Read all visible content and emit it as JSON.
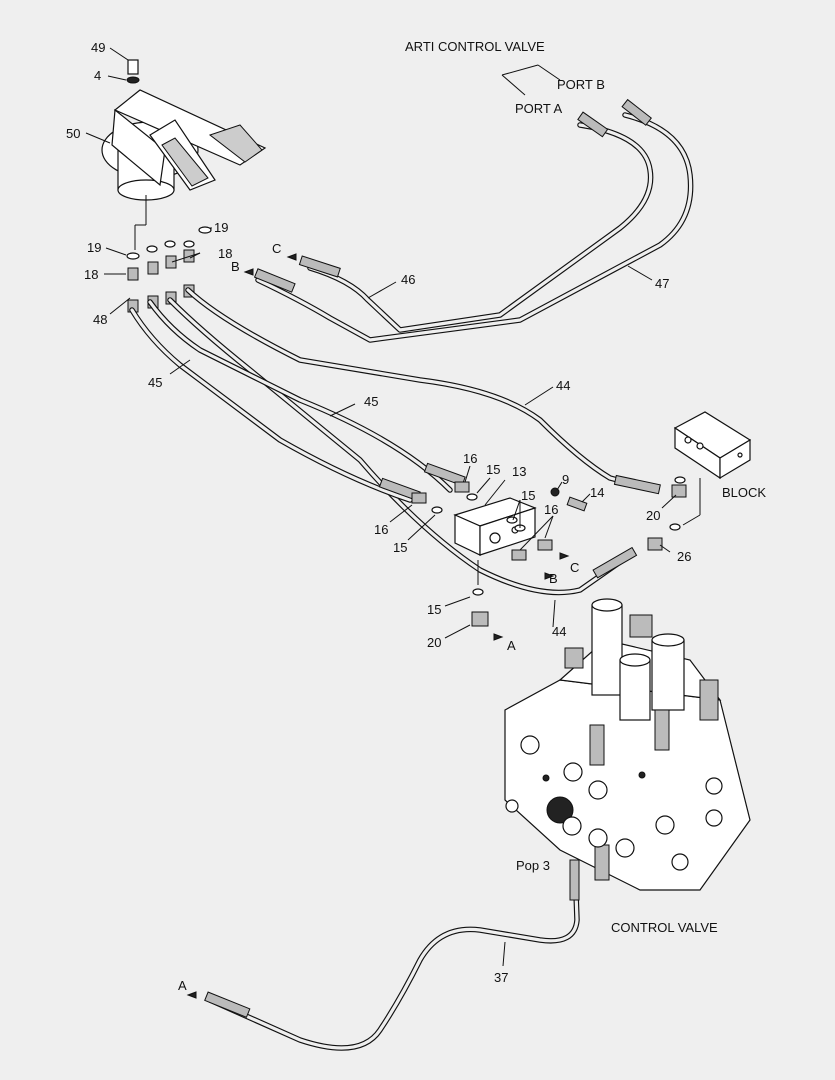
{
  "callouts": {
    "n49": "49",
    "n4": "4",
    "n50": "50",
    "n19a": "19",
    "n19b": "19",
    "n18a": "18",
    "n18b": "18",
    "n48": "48",
    "n45a": "45",
    "n45b": "45",
    "n46": "46",
    "n47": "47",
    "n44a": "44",
    "n44b": "44",
    "n16a": "16",
    "n15a": "15",
    "n13": "13",
    "n9": "9",
    "n14": "14",
    "n15b": "15",
    "n16b": "16",
    "n16c": "16",
    "n15c": "15",
    "n20a": "20",
    "n26": "26",
    "n15d": "15",
    "n20b": "20",
    "n37": "37"
  },
  "labels": {
    "arti_control_valve": "ARTI CONTROL VALVE",
    "port_b": "PORT B",
    "port_a": "PORT A",
    "block": "BLOCK",
    "control_valve": "CONTROL VALVE",
    "pop3": "Pop 3"
  },
  "port_letters": {
    "c_top": "C",
    "b_top": "B",
    "b_mid": "B",
    "c_mid": "C",
    "a_mid": "A",
    "a_bottom": "A"
  }
}
